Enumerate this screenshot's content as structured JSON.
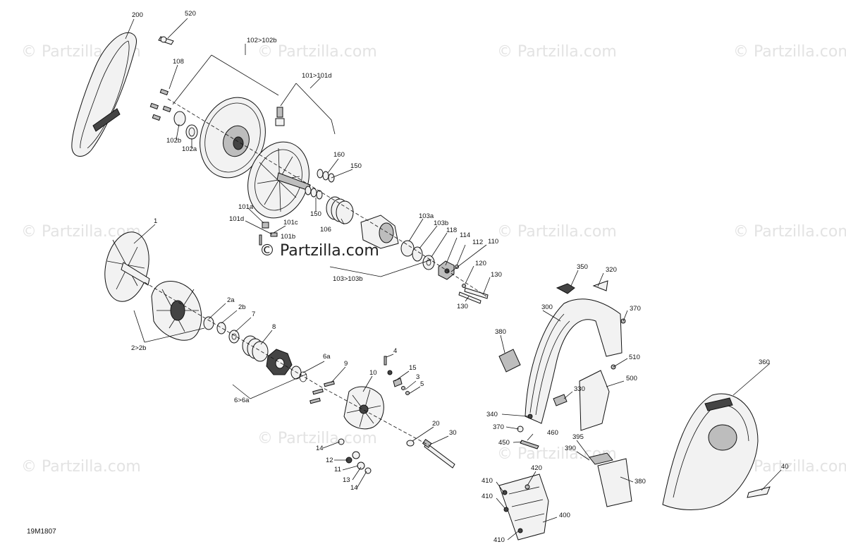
{
  "watermark": {
    "text": "© Partzilla.com",
    "center_text": "© Partzilla.com"
  },
  "drawing_code": "19M1807",
  "labels": {
    "l200": "200",
    "l520": "520",
    "l108": "108",
    "l102": "102>102b",
    "l101": "101>101d",
    "l102b": "102b",
    "l102a": "102a",
    "l160": "160",
    "l150a": "150",
    "l150b": "150",
    "l101a": "101a",
    "l101d": "101d",
    "l101c": "101c",
    "l101b": "101b",
    "l106": "106",
    "l103a": "103a",
    "l103b": "103b",
    "l118": "118",
    "l114": "114",
    "l112": "112",
    "l110": "110",
    "l120": "120",
    "l130a": "130",
    "l130b": "130",
    "l103": "103>103b",
    "l1": "1",
    "l2a": "2a",
    "l2b": "2b",
    "l7": "7",
    "l8": "8",
    "l2": "2>2b",
    "l6a": "6a",
    "l6": "6>6a",
    "l9": "9",
    "l4": "4",
    "l15": "15",
    "l3": "3",
    "l5": "5",
    "l10": "10",
    "l20": "20",
    "l30": "30",
    "l14a": "14",
    "l12": "12",
    "l11": "11",
    "l13": "13",
    "l14b": "14",
    "l350": "350",
    "l320": "320",
    "l300": "300",
    "l370a": "370",
    "l380a": "380",
    "l510": "510",
    "l500": "500",
    "l330": "330",
    "l340": "340",
    "l370b": "370",
    "l460": "460",
    "l450": "450",
    "l395": "395",
    "l390": "390",
    "l420": "420",
    "l410a": "410",
    "l410b": "410",
    "l400": "400",
    "l410c": "410",
    "l380b": "380",
    "l360": "360",
    "l40": "40"
  }
}
